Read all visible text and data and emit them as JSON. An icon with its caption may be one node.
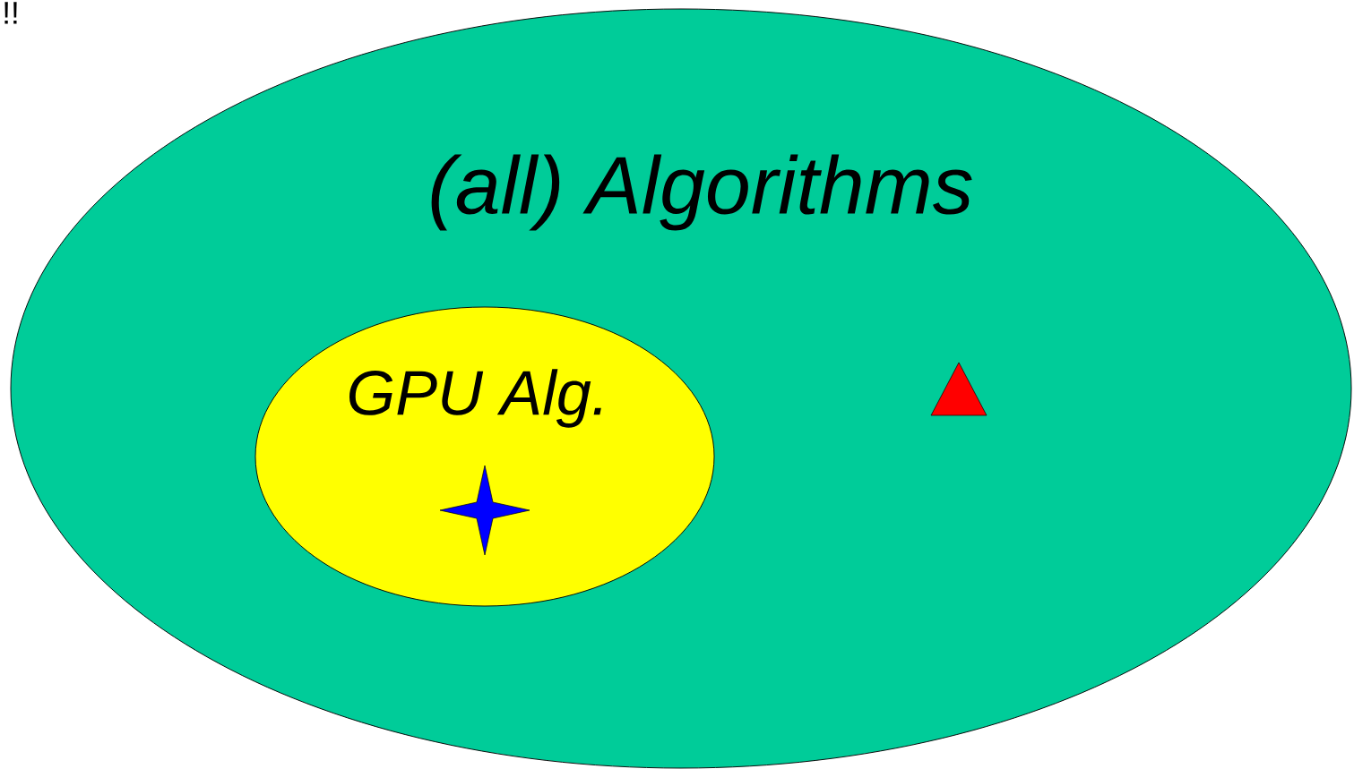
{
  "diagram": {
    "nodes": [
      {
        "text": [
          "(all) Algorithms"
        ]
      },
      {
        "text": [
          "GPU Alg."
        ],
        "in": 0
      },
      {
        "text": [],
        "shape": "star",
        "in": 1
      },
      {
        "text": [],
        "shape": "triangle",
        "in": 0
      }
    ],
    "labels": [
      "!!"
    ]
  }
}
